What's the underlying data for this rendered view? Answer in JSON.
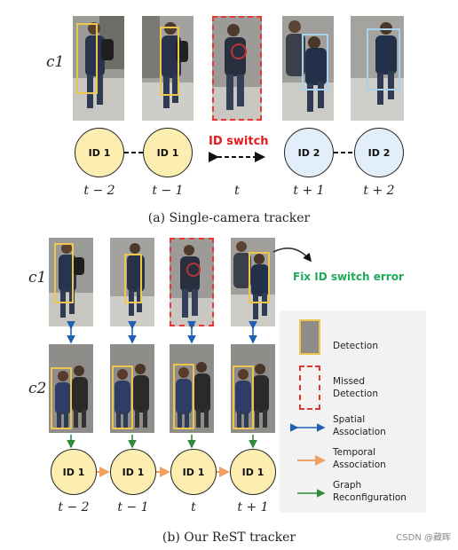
{
  "part_a": {
    "camera_label": "c1",
    "frames": [
      {
        "id_label": "ID 1",
        "time_label": "t − 2",
        "id_color": "#fbeeb0"
      },
      {
        "id_label": "ID 1",
        "time_label": "t − 1",
        "id_color": "#fbeeb0"
      },
      {
        "id_label": "",
        "time_label": "t",
        "id_color": ""
      },
      {
        "id_label": "ID 2",
        "time_label": "t + 1",
        "id_color": "#e2eef9"
      },
      {
        "id_label": "ID 2",
        "time_label": "t + 2",
        "id_color": "#e2eef9"
      }
    ],
    "id_switch_label": "ID switch",
    "caption": "(a) Single-camera tracker"
  },
  "part_b": {
    "camera_label_1": "c1",
    "camera_label_2": "c2",
    "fix_label": "Fix ID switch error",
    "frames": [
      {
        "id_label": "ID 1",
        "time_label": "t − 2"
      },
      {
        "id_label": "ID 1",
        "time_label": "t − 1"
      },
      {
        "id_label": "ID 1",
        "time_label": "t"
      },
      {
        "id_label": "ID 1",
        "time_label": "t + 1"
      }
    ],
    "caption": "(b) Our ReST tracker"
  },
  "legend": {
    "detection": "Detection",
    "missed_1": "Missed",
    "missed_2": "Detection",
    "spatial_1": "Spatial",
    "spatial_2": "Association",
    "temporal_1": "Temporal",
    "temporal_2": "Association",
    "graph_1": "Graph",
    "graph_2": "Reconfiguration"
  },
  "colors": {
    "detection_box": "#ecc64f",
    "missed_box": "#e33333",
    "spatial_arrow": "#1f5fb4",
    "temporal_arrow": "#f0a060",
    "graph_arrow": "#2e8b3c",
    "id_switch": "#e31b1b",
    "fix_text": "#1faa5a"
  },
  "watermark": "CSDN @藏晖"
}
